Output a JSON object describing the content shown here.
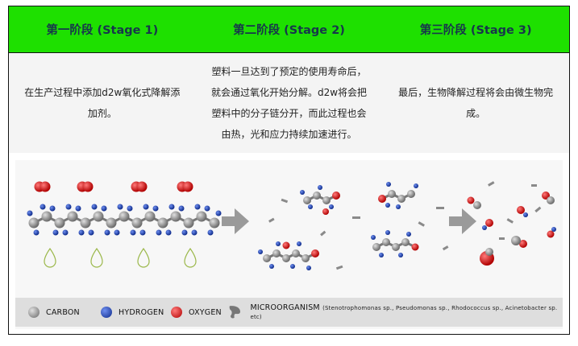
{
  "stages": [
    {
      "title": "第一阶段 (Stage 1)",
      "lines": [
        "在生产过程中添加d2w氧化式降解添",
        "加剂。"
      ]
    },
    {
      "title": "第二阶段 (Stage 2)",
      "lines": [
        "塑料一旦达到了预定的使用寿命后，",
        "就会通过氧化开始分解。d2w将会把",
        "塑料中的分子链分开，而此过程也会",
        "由热，光和应力持续加速进行。"
      ]
    },
    {
      "title": "第三阶段 (Stage 3)",
      "lines": [
        "最后，生物降解过程将会由微生物完",
        "成。"
      ]
    }
  ],
  "legend": {
    "carbon": "CARBON",
    "hydrogen": "HYDROGEN",
    "oxygen": "OXYGEN",
    "micro": "MICROORGANISM",
    "micro_detail": "(Stenotrophomonas sp., Pseudomonas sp., Rhodococcus sp., Acinetobacter sp. etc)"
  },
  "colors": {
    "header": "#1ee000",
    "carbon": "#8a8a8a",
    "hydrogen": "#1a3fb0",
    "oxygen": "#d81818",
    "arrow": "#9a9a9a"
  }
}
